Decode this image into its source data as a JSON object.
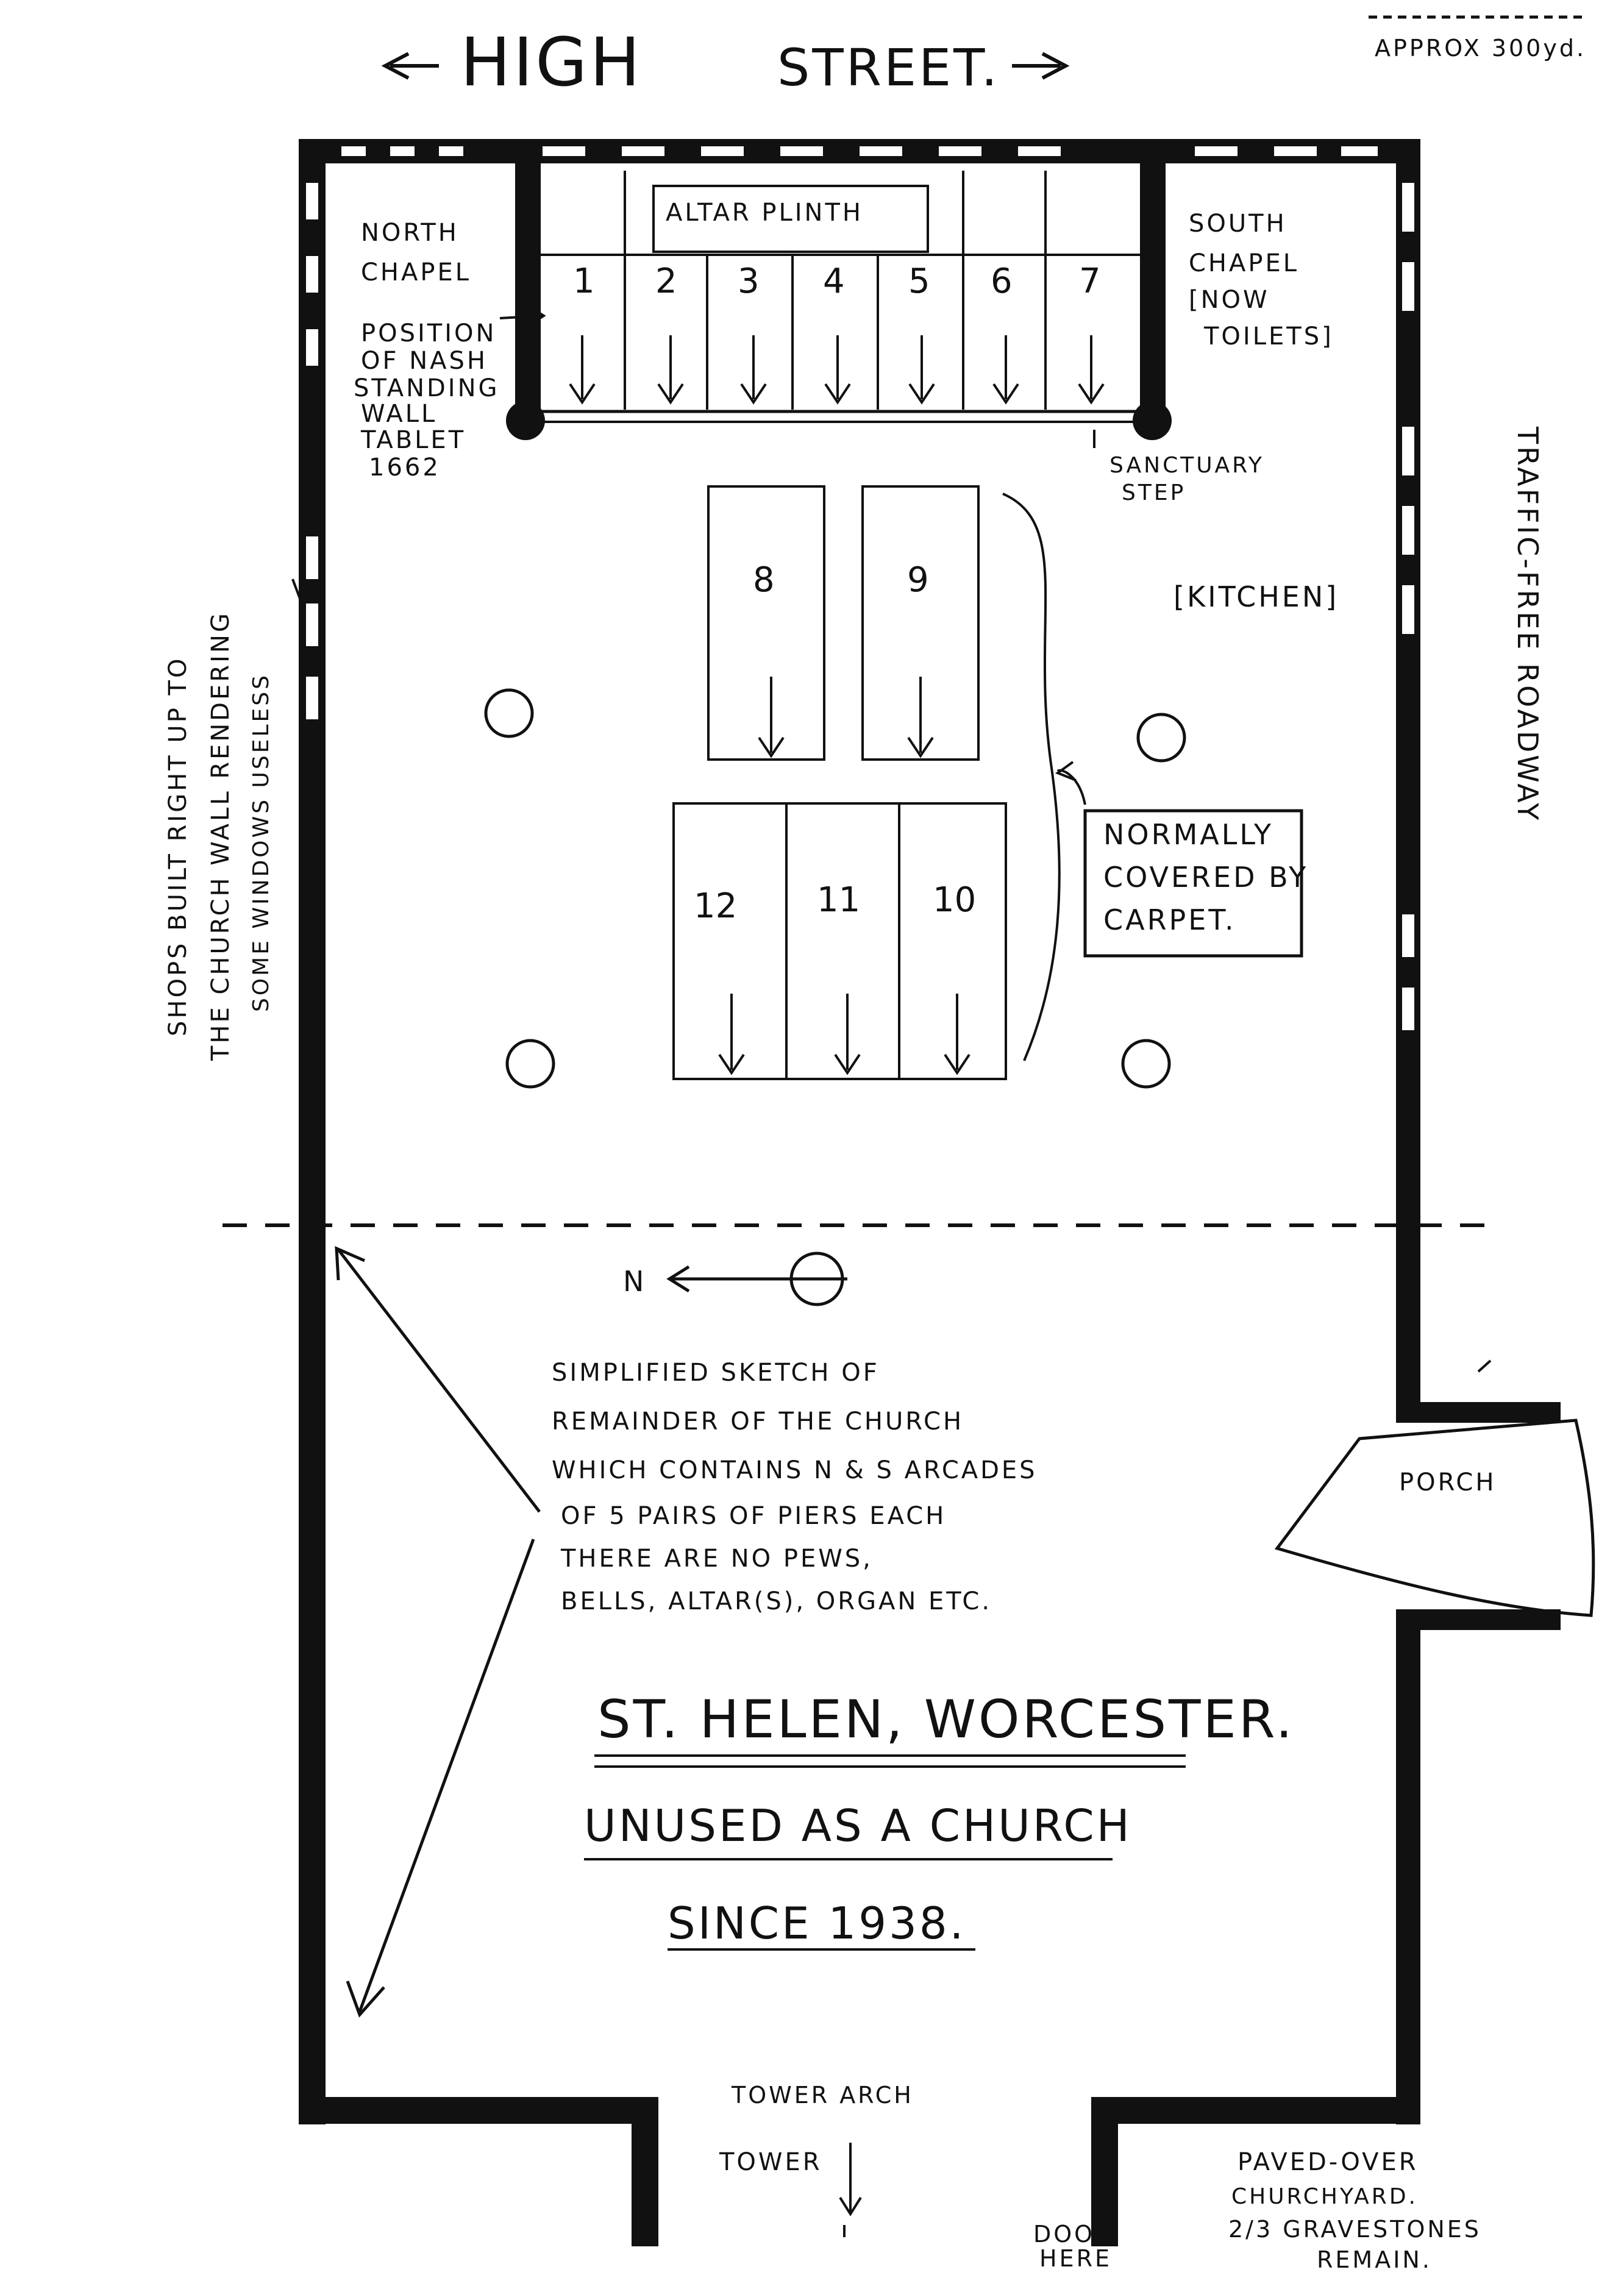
{
  "header": {
    "high": "HIGH",
    "street": "STREET.",
    "note_top": "APPROX 300yd."
  },
  "labels": {
    "altar_plinth": "ALTAR PLINTH",
    "north_chapel_1": "NORTH",
    "north_chapel_2": "CHAPEL",
    "south_chapel_1": "SOUTH",
    "south_chapel_2": "CHAPEL",
    "south_chapel_3": "[NOW",
    "south_chapel_4": "TOILETS]",
    "nash_1": "POSITION",
    "nash_2": "OF NASH",
    "nash_3": "STANDING",
    "nash_4": "WALL",
    "nash_5": "TABLET",
    "nash_6": "1662",
    "sanctuary_1": "SANCTUARY",
    "sanctuary_2": "STEP",
    "kitchen": "[KITCHEN]",
    "carpet_1": "NORMALLY",
    "carpet_2": "COVERED BY",
    "carpet_3": "CARPET.",
    "porch": "PORCH",
    "traffic": "TRAFFIC-FREE ROADWAY",
    "shops_1": "SHOPS BUILT RIGHT UP TO",
    "shops_2": "THE CHURCH WALL RENDERING",
    "shops_3": "SOME WINDOWS USELESS",
    "north_arrow": "N",
    "sketch_1": "SIMPLIFIED SKETCH OF",
    "sketch_2": "REMAINDER OF THE CHURCH",
    "sketch_3": "WHICH CONTAINS N & S ARCADES",
    "sketch_4": "OF 5 PAIRS OF PIERS EACH",
    "sketch_5": "THERE ARE NO PEWS,",
    "sketch_6": "BELLS, ALTAR(S), ORGAN ETC.",
    "title_1": "ST. HELEN, WORCESTER.",
    "title_2": "UNUSED AS A CHURCH",
    "title_3": "SINCE 1938.",
    "tower_arch": "TOWER ARCH",
    "tower": "TOWER",
    "door_1": "DOOR",
    "door_2": "HERE",
    "churchyard_1": "PAVED-OVER",
    "churchyard_2": "CHURCHYARD.",
    "churchyard_3": "2/3 GRAVESTONES",
    "churchyard_4": "REMAIN."
  },
  "slabs": [
    "1",
    "2",
    "3",
    "4",
    "5",
    "6",
    "7",
    "8",
    "9",
    "10",
    "11",
    "12"
  ]
}
